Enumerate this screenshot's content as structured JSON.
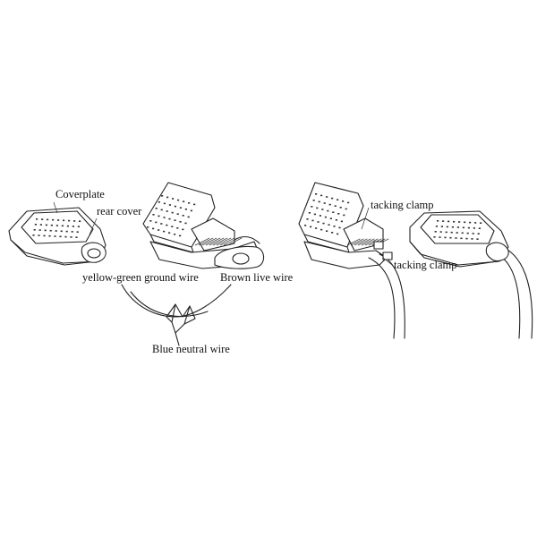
{
  "labels": {
    "coverplate": "Coverplate",
    "rear_cover": "rear cover",
    "ground_wire": "yellow-green ground wire",
    "live_wire": "Brown live wire",
    "neutral_wire": "Blue neutral wire",
    "tacking_clamp_1": "tacking clamp",
    "tacking_clamp_2": "tacking clamp"
  },
  "colors": {
    "line": "#222222",
    "text": "#111111",
    "background": "#ffffff"
  }
}
